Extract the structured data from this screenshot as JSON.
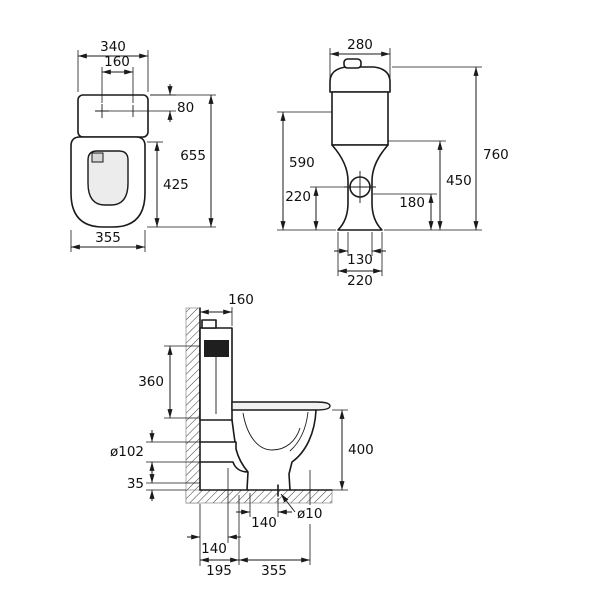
{
  "page": {
    "background": "#ffffff",
    "line_color": "#1a1a1a"
  },
  "drawing": {
    "views": {
      "front": {
        "label": "front-view",
        "dims": {
          "tank_width": "340",
          "flush_centers": "160",
          "flush_offset": "80",
          "total_height": "655",
          "bowl_height": "425",
          "base_width": "355"
        }
      },
      "side": {
        "label": "side-view",
        "dims": {
          "tank_depth": "280",
          "total_height": "760",
          "inlet_height": "590",
          "junction_height": "450",
          "outlet_center_height": "220",
          "outlet_bottom_height": "180",
          "foot_waist_width": "130",
          "foot_base_width": "220"
        }
      },
      "installation": {
        "label": "installation-side-section",
        "dims": {
          "cistern_depth": "160",
          "cistern_height": "360",
          "outlet_pipe_diameter": "ø102",
          "outlet_floor_clearance": "35",
          "rim_height": "400",
          "fixing_distance": "140",
          "fixing_hole_diameter": "ø10",
          "wall_to_outlet_center": "140",
          "wall_offset": "195",
          "projection": "355"
        }
      }
    }
  }
}
